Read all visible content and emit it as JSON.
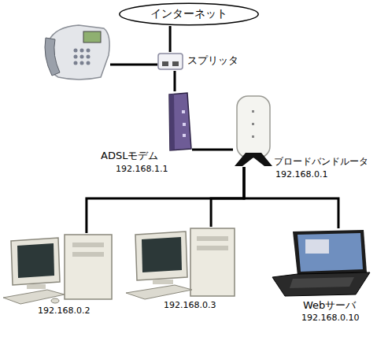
{
  "diagram": {
    "nodes": [
      {
        "text": [
          "インターネット"
        ]
      },
      {
        "text": [
          "スプリッタ"
        ]
      },
      {
        "text": [
          "ADSLモデム",
          "192.168.1.1"
        ]
      },
      {
        "text": [
          "ブロードバンドルータ",
          "192.168.0.1"
        ]
      },
      {
        "text": [
          "192.168.0.2"
        ]
      },
      {
        "text": [
          "192.168.0.3"
        ]
      },
      {
        "text": [
          "Webサーバ",
          "192.168.0.10"
        ]
      }
    ],
    "edges": [
      {
        "from": 0,
        "to": 1,
        "arrow": "none"
      },
      {
        "from": 1,
        "to": 2,
        "arrow": "none"
      },
      {
        "from": 2,
        "to": 3,
        "arrow": "none"
      },
      {
        "from": 3,
        "to": 4,
        "arrow": "none"
      },
      {
        "from": 3,
        "to": 5,
        "arrow": "none"
      },
      {
        "from": 3,
        "to": 6,
        "arrow": "none"
      }
    ]
  }
}
